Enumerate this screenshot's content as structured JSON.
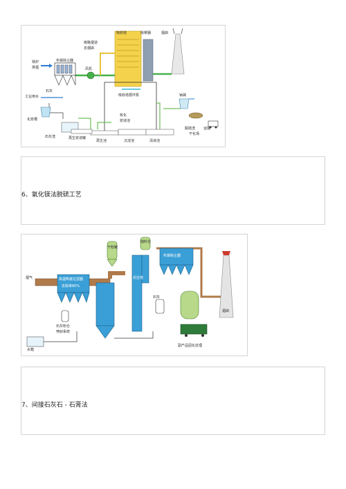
{
  "diagram1": {
    "labels": {
      "boiler": "锅炉",
      "flue_gas": "排烟",
      "bag_filter": "布袋除尘器",
      "bypass": "旁路烟道",
      "to_chimney": "去烟囱",
      "absorber": "吸收塔",
      "demister": "除雾器",
      "chimney": "烟囱",
      "fan": "风机",
      "lime_in": "石灰",
      "industrial_water": "工业用水",
      "slurry_pool": "化浆槽",
      "spray_pump": "吸收塔循环泵",
      "oxidize": "氧化",
      "pool": "浆液池",
      "regen_pool": "再生浆液罐",
      "regen": "再生池",
      "settle": "沉淀池",
      "clear_pool": "清液池",
      "sodium_alkali": "钠碱",
      "dehydrate": "脱硫渣",
      "dry_field": "干化场",
      "transport": "运输",
      "tank_left": "石灰渣"
    }
  },
  "section6": {
    "caption": "6、氧化镁法脱硫工艺"
  },
  "diagram2": {
    "labels": {
      "flue_gas": "烟气",
      "filter1": "高温陶瓷过滤器",
      "filter1_sub": "去除率80%",
      "silo1": "干粉罐",
      "silo2": "储料仓",
      "bag_filter": "布袋除尘器",
      "tower": "反应塔",
      "lime": "石灰",
      "water_tank": "水箱",
      "left_tank": "石灰粉仓",
      "left_note": "喷射系统",
      "chimney": "烟囱",
      "product": "副产品固化处理"
    }
  },
  "section7": {
    "caption": "7、间接石灰石 - 石膏法"
  }
}
